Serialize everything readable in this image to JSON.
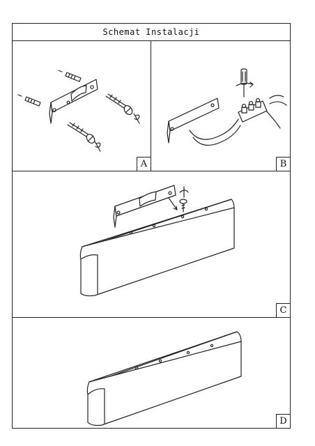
{
  "title": "Schemat Instalacji",
  "steps": [
    {
      "label": "A"
    },
    {
      "label": "B"
    },
    {
      "label": "C"
    },
    {
      "label": "D"
    }
  ],
  "colors": {
    "line": "#222222",
    "paper": "#ffffff"
  },
  "icons": [
    "wall-plug-icon",
    "screw-icon",
    "rotate-arrow-icon",
    "screwdriver-icon",
    "terminal-block-icon",
    "cable-icon",
    "mounting-bracket-icon",
    "lamp-housing-icon"
  ]
}
